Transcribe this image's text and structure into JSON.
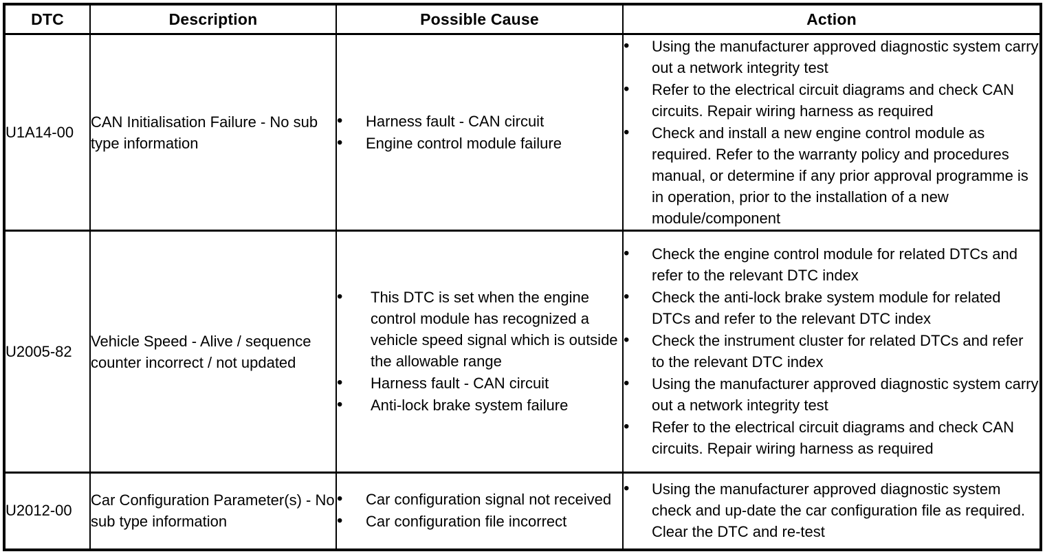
{
  "table": {
    "name": "dtc-diagnostic-index",
    "columns": [
      {
        "key": "dtc",
        "label": "DTC"
      },
      {
        "key": "desc",
        "label": "Description"
      },
      {
        "key": "cause",
        "label": "Possible Cause"
      },
      {
        "key": "action",
        "label": "Action"
      }
    ],
    "rows": [
      {
        "dtc": "U1A14-00",
        "description": "CAN Initialisation Failure - No sub type information",
        "possible_cause": [
          "Harness fault - CAN circuit",
          "Engine control module failure"
        ],
        "action": [
          "Using the manufacturer approved diagnostic system carry out a network integrity test",
          "Refer to the electrical circuit diagrams and check CAN circuits. Repair wiring harness as required",
          "Check and install a new engine control module as required. Refer to the warranty policy and procedures manual, or determine if any prior approval programme is in operation, prior to the installation of a new module/component"
        ]
      },
      {
        "dtc": "U2005-82",
        "description": "Vehicle Speed - Alive / sequence counter incorrect / not updated",
        "possible_cause": [
          "This DTC is set when the engine control module has recognized a vehicle speed signal which is outside the allowable range",
          "Harness fault - CAN circuit",
          "Anti-lock brake system failure"
        ],
        "action": [
          "Check the engine control module for related DTCs and refer to the relevant DTC index",
          "Check the anti-lock brake system module for related DTCs and refer to the relevant DTC index",
          "Check the instrument cluster for related DTCs and refer to the relevant DTC index",
          "Using the manufacturer approved diagnostic system carry out a network integrity test",
          "Refer to the electrical circuit diagrams and check CAN circuits. Repair wiring harness as required"
        ]
      },
      {
        "dtc": "U2012-00",
        "description": "Car Configuration Parameter(s) - No sub type information",
        "possible_cause": [
          "Car configuration signal not received",
          "Car configuration file incorrect"
        ],
        "action": [
          "Using the manufacturer approved diagnostic system check and up-date the car configuration file as required. Clear the DTC and re-test"
        ]
      }
    ]
  },
  "colors": {
    "border": "#000000",
    "text": "#000000",
    "background": "#ffffff"
  }
}
